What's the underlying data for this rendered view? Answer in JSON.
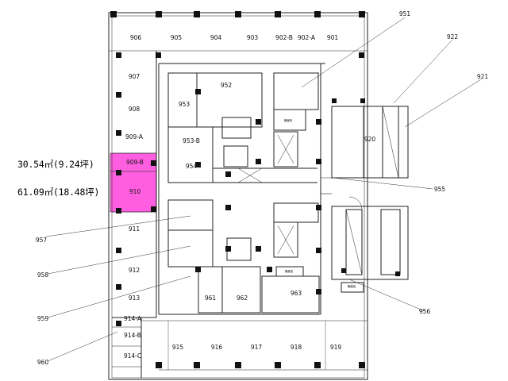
{
  "colors": {
    "wall": "#111111",
    "line": "#222222",
    "highlight": "#ff5ee0",
    "background": "#ffffff"
  },
  "area_labels": {
    "upper": "30.54㎡(9.24坪)",
    "lower": "61.09㎡(18.48坪)"
  },
  "rooms": {
    "r906": "906",
    "r905": "905",
    "r904": "904",
    "r903": "903",
    "r902b": "902-B",
    "r902a": "902-A",
    "r901": "901",
    "r907": "907",
    "r908": "908",
    "r909a": "909-A",
    "r909b": "909-B",
    "r910": "910",
    "r911": "911",
    "r912": "912",
    "r913": "913",
    "r914a": "914-A",
    "r914b": "914-B",
    "r914c": "914-C",
    "r915": "915",
    "r916": "916",
    "r917": "917",
    "r918": "918",
    "r919": "919",
    "r920": "920",
    "r952": "952",
    "r953": "953",
    "r953b": "953-B",
    "r954": "954",
    "r961": "961",
    "r962": "962",
    "r963": "963"
  },
  "callouts": {
    "c951": "951",
    "c922": "922",
    "c921": "921",
    "c955": "955",
    "c956": "956",
    "c957": "957",
    "c958": "958",
    "c959": "959",
    "c960": "960"
  },
  "small_labels": {
    "s1": "機器室",
    "s2": "機器室",
    "s3": "機器室"
  }
}
